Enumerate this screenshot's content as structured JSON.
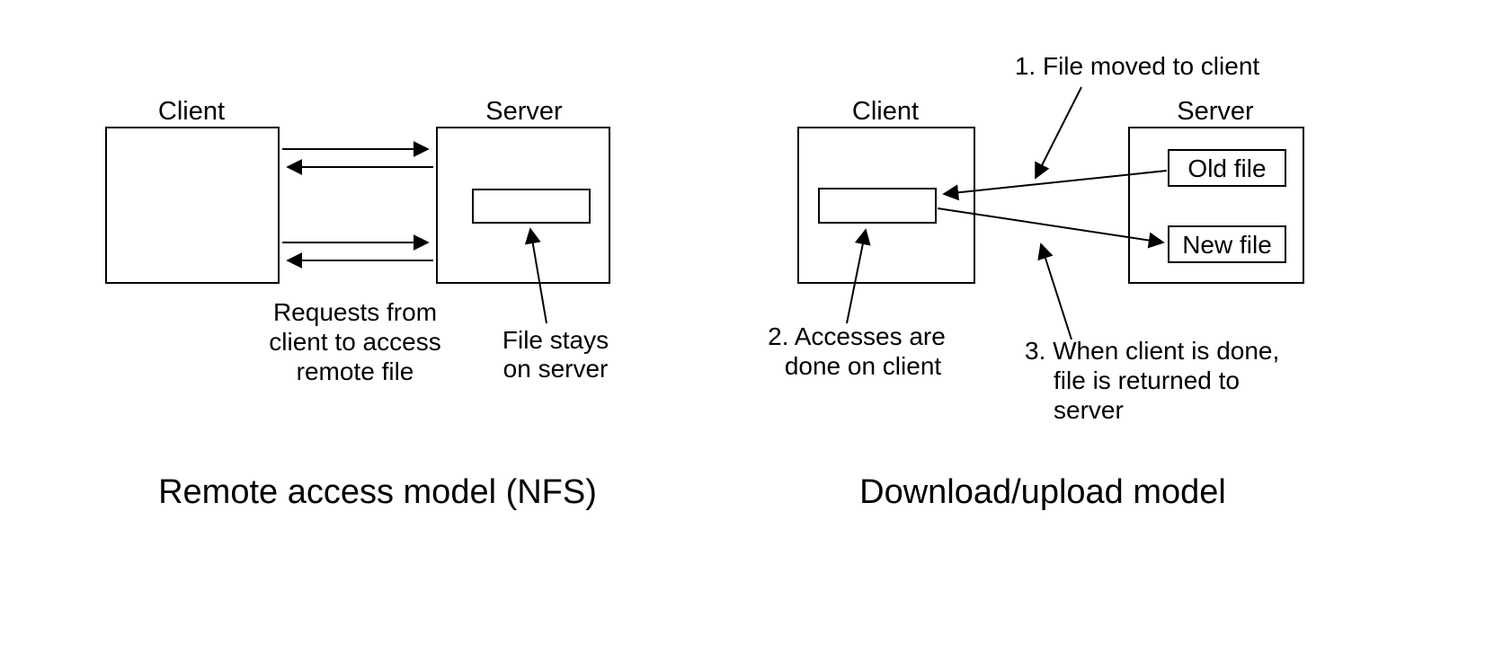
{
  "left_diagram": {
    "client_label": "Client",
    "server_label": "Server",
    "requests_note_line1": "Requests from",
    "requests_note_line2": "client to access",
    "requests_note_line3": "remote file",
    "file_note_line1": "File stays",
    "file_note_line2": "on server",
    "caption": "Remote access model (NFS)"
  },
  "right_diagram": {
    "client_label": "Client",
    "server_label": "Server",
    "old_file_label": "Old file",
    "new_file_label": "New file",
    "step1_label": "1. File moved to client",
    "step2_line1": "2. Accesses are",
    "step2_line2": "done on client",
    "step3_line1": "3. When client is done,",
    "step3_line2": "file is returned to",
    "step3_line3": "server",
    "caption": "Download/upload model"
  },
  "colors": {
    "line": "#000000",
    "background": "#ffffff"
  }
}
